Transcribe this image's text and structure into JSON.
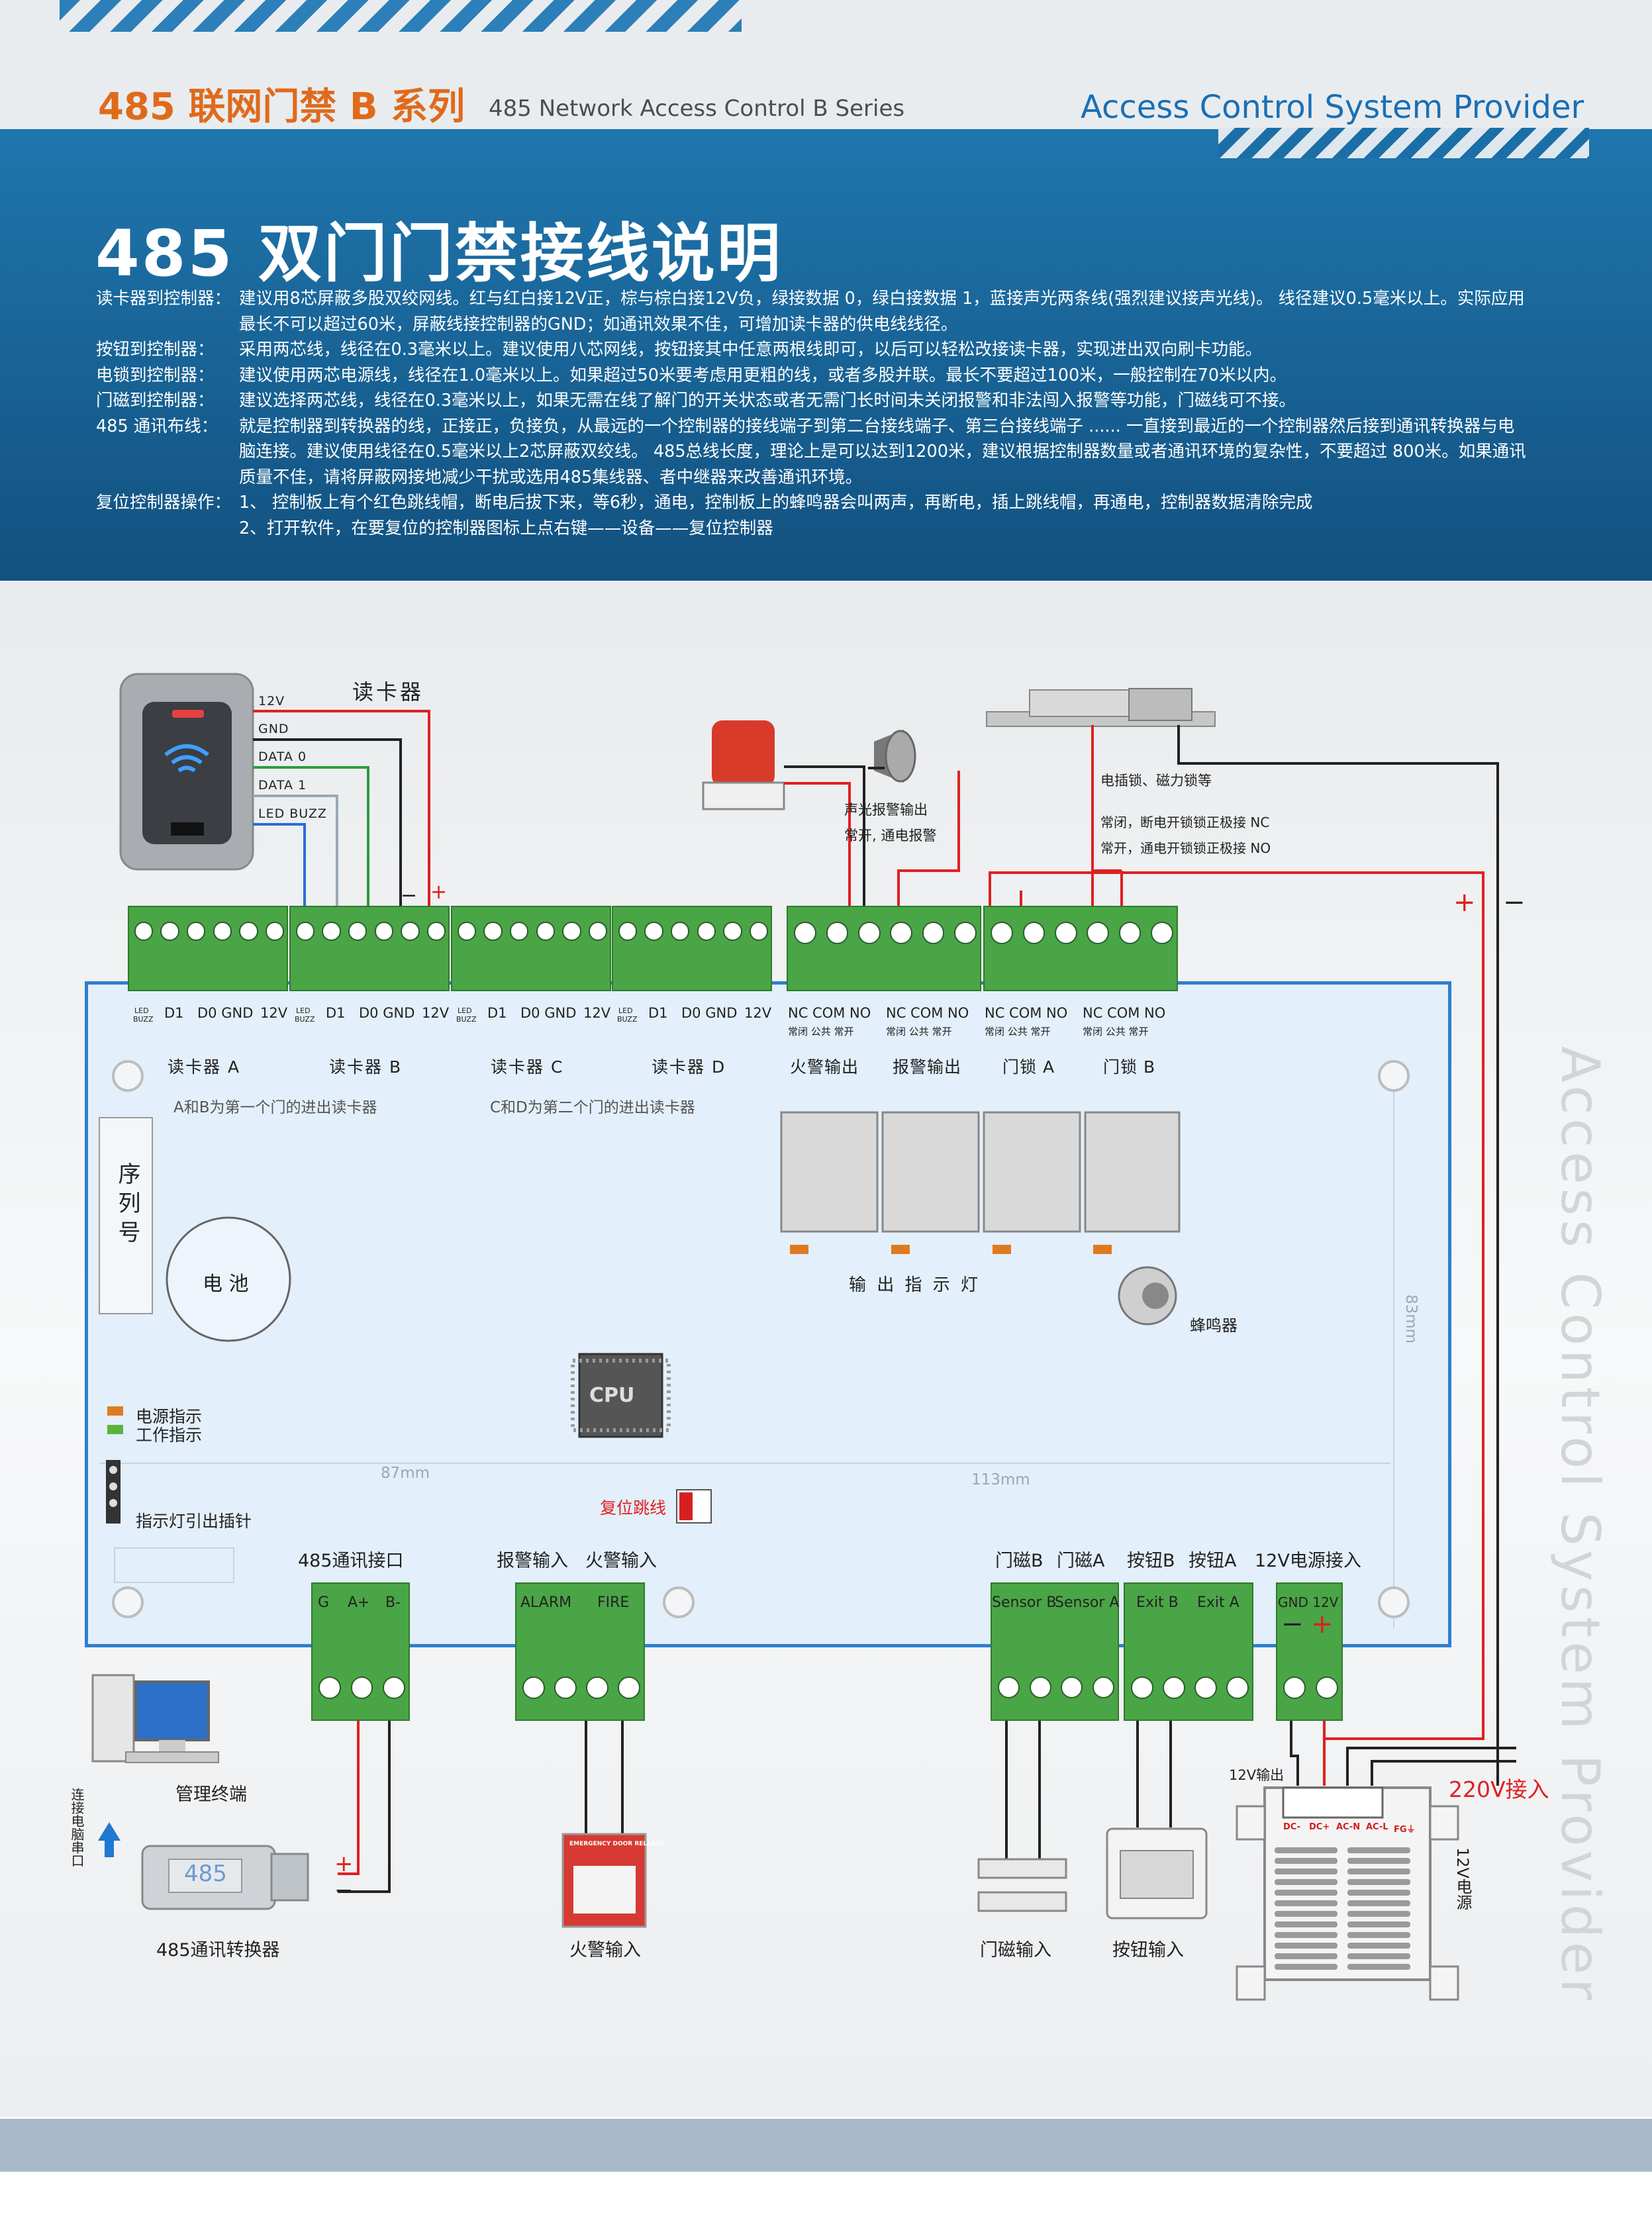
{
  "header": {
    "series_cn": "485 联网门禁 B 系列",
    "series_en": "485 Network Access Control  B  Series",
    "provider": "Access Control System Provider",
    "title": "485 双门门禁接线说明"
  },
  "descriptions": [
    {
      "label": "读卡器到控制器：",
      "lines": [
        "建议用8芯屏蔽多股双绞网线。红与红白接12V正，棕与棕白接12V负，绿接数据 0，绿白接数据 1，蓝接声光两条线(强烈建议接声光线)。 线径建议0.5毫米以上。实际应用",
        "最长不可以超过60米，屏蔽线接控制器的GND；如通讯效果不佳，可增加读卡器的供电线线径。"
      ]
    },
    {
      "label": "按钮到控制器：",
      "lines": [
        "采用两芯线，线径在0.3毫米以上。建议使用八芯网线，按钮接其中任意两根线即可，以后可以轻松改接读卡器，实现进出双向刷卡功能。"
      ]
    },
    {
      "label": "电锁到控制器：",
      "lines": [
        "建议使用两芯电源线，线径在1.0毫米以上。如果超过50米要考虑用更粗的线，或者多股并联。最长不要超过100米，一般控制在70米以内。"
      ]
    },
    {
      "label": "门磁到控制器：",
      "lines": [
        "建议选择两芯线，线径在0.3毫米以上，如果无需在线了解门的开关状态或者无需门长时间未关闭报警和非法闯入报警等功能，门磁线可不接。"
      ]
    },
    {
      "label": "485 通讯布线：",
      "lines": [
        "就是控制器到转换器的线，正接正，负接负，从最远的一个控制器的接线端子到第二台接线端子、第三台接线端子 ...... 一直接到最近的一个控制器然后接到通讯转换器与电",
        "脑连接。建议使用线径在0.5毫米以上2芯屏蔽双绞线。 485总线长度，理论上是可以达到1200米，建议根据控制器数量或者通讯环境的复杂性，不要超过 800米。如果通讯",
        "质量不佳，请将屏蔽网接地减少干扰或选用485集线器、者中继器来改善通讯环境。"
      ]
    },
    {
      "label": "复位控制器操作：",
      "lines": [
        "1、 控制板上有个红色跳线帽，断电后拔下来，等6秒，通电，控制板上的蜂鸣器会叫两声，再断电，插上跳线帽，再通电，控制器数据清除完成",
        "2、打开软件，在要复位的控制器图标上点右键——设备——复位控制器"
      ]
    }
  ],
  "diagram": {
    "reader_title": "读卡器",
    "reader_wires": [
      "12V",
      "GND",
      "DATA 0",
      "DATA 1",
      "LED BUZZ"
    ],
    "reader_terms": [
      "LED BUZZ",
      "D1",
      "D0",
      "GND",
      "12V"
    ],
    "reader_names": [
      "读卡器 A",
      "读卡器 B",
      "读卡器 C",
      "读卡器 D"
    ],
    "reader_note_ab": "A和B为第一个门的进出读卡器",
    "reader_note_cd": "C和D为第二个门的进出读卡器",
    "alarm_output_label": "声光报警输出",
    "alarm_output_note": "常开, 通电报警",
    "lock_label": "电插锁、磁力锁等",
    "lock_nc_note": "常闭，断电开锁锁正极接 NC",
    "lock_no_note": "常开，通电开锁锁正极接 NO",
    "relay_terms": [
      "NC",
      "COM",
      "NO"
    ],
    "relay_terms_cn": [
      "常闭",
      "公共",
      "常开"
    ],
    "relay_names": [
      "火警输出",
      "报警输出",
      "门锁 A",
      "门锁 B"
    ],
    "serial_label": "序列号",
    "battery_label": "电 池",
    "indicator_label": "输 出 指 示 灯",
    "buzzer_label": "蜂鸣器",
    "cpu_label": "CPU",
    "power_indicator": "电源指示",
    "work_indicator": "工作指示",
    "pin_label": "指示灯引出插针",
    "reset_jumper": "复位跳线",
    "dim_87": "87mm",
    "dim_113": "113mm",
    "dim_83": "83mm",
    "port_485": "485通讯接口",
    "port_485_terms": [
      "G",
      "A+",
      "B-"
    ],
    "alarm_in_label": "报警输入",
    "fire_in_label": "火警输入",
    "alarm_in_terms": [
      "ALARM",
      "FIRE"
    ],
    "sensor_b_label": "门磁B",
    "sensor_a_label": "门磁A",
    "sensor_terms": [
      "Sensor B",
      "Sensor A"
    ],
    "exit_b_label": "按钮B",
    "exit_a_label": "按钮A",
    "exit_terms": [
      "Exit  B",
      "Exit  A"
    ],
    "power_in_label": "12V电源接入",
    "power_terms": [
      "GND",
      "12V"
    ],
    "terminal_pc": "管理终端",
    "pc_serial": "连接电脑串口",
    "converter_text": "485",
    "converter_label": "485通讯转换器",
    "fire_input_label": "火警输入",
    "emergency_text": "EMERGENCY DOOR RELEASE",
    "sensor_input_label": "门磁输入",
    "button_input_label": "按钮输入",
    "psu_out": "12V输出",
    "psu_in": "220V接入",
    "psu_terms": [
      "DC-",
      "DC+",
      "AC-N",
      "AC-L",
      "FG⏚"
    ],
    "psu_label": "12V电源",
    "plus": "+",
    "minus": "−"
  },
  "colors": {
    "header_blue": "#1a6aa0",
    "terminal_green": "#4aa546",
    "wire_red": "#e02020",
    "wire_green": "#2e9a3e",
    "wire_blue": "#2a6fd6",
    "board_bg": "#e3effa",
    "title_orange": "#e06a1b"
  },
  "side_text": "Access Control System Provider"
}
